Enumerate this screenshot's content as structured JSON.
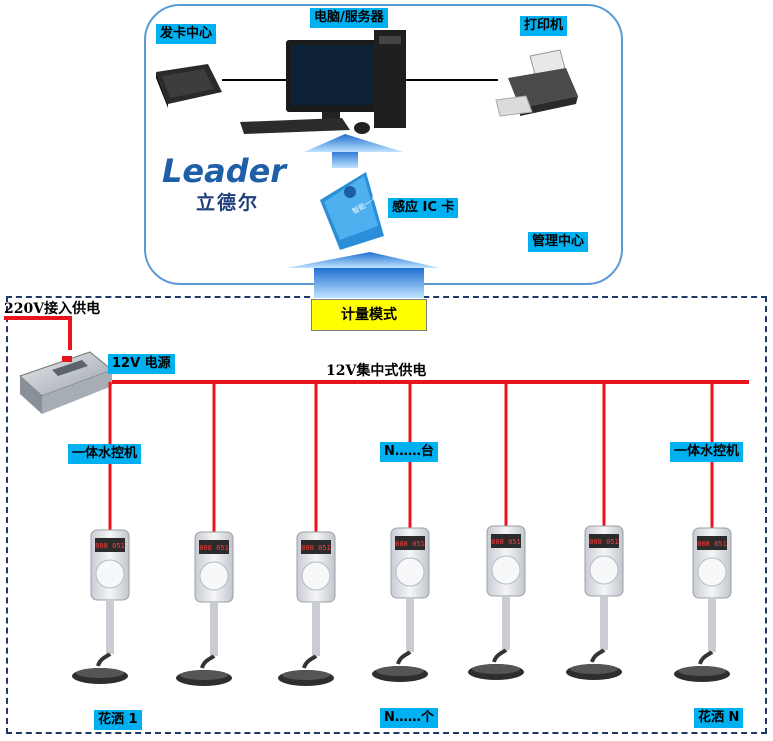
{
  "management": {
    "card_center": "发卡中心",
    "computer": "电脑/服务器",
    "printer": "打印机",
    "ic_card": "感应 IC 卡",
    "center": "管理中心",
    "brand_en": "Leader",
    "brand_cn": "立德尔",
    "card_face": "智能一卡通"
  },
  "mode": "计量模式",
  "power": {
    "input": "220V接入供电",
    "supply": "12V 电源",
    "bus": "12V集中式供电"
  },
  "labels": {
    "controller_left": "一体水控机",
    "controller_right": "一体水控机",
    "n_units": "N……台",
    "shower_1": "花洒 1",
    "shower_n_mid": "N……个",
    "shower_n": "花洒 N"
  },
  "devices": {
    "display": "008 051"
  },
  "colors": {
    "line": "#e8141b",
    "arrow": "#7fc4ff",
    "label_bg": "#00b0f0",
    "mode_bg": "#ffff00"
  }
}
